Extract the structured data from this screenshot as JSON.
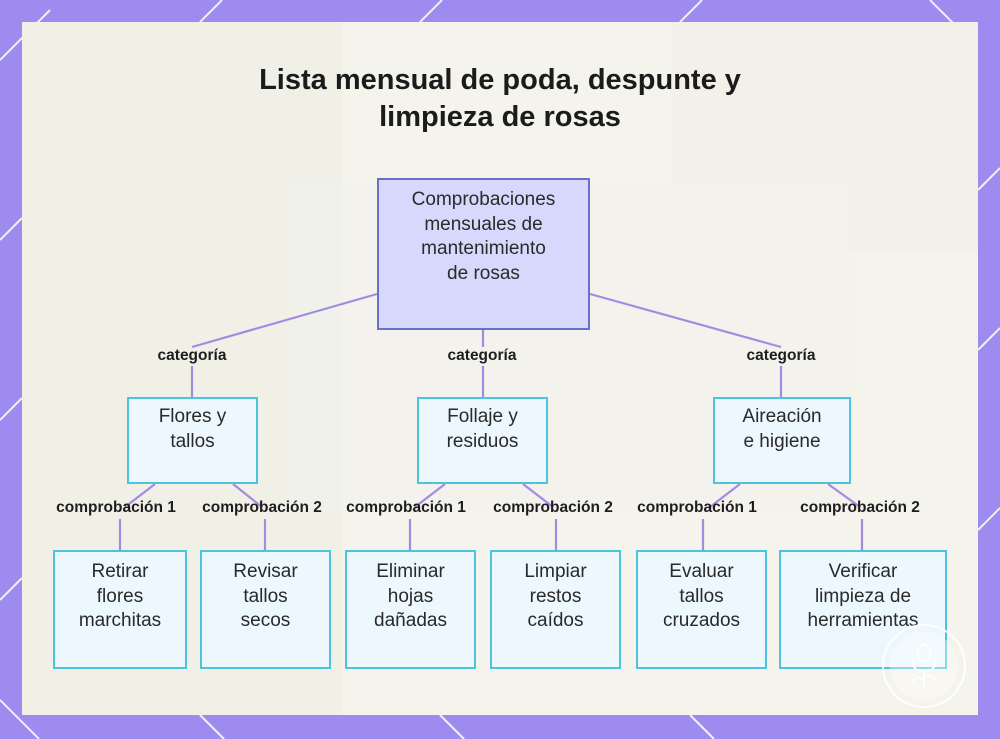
{
  "title_lines": [
    "Lista mensual de poda, despunte y",
    "limpieza de rosas"
  ],
  "root": {
    "label": "Comprobaciones\nmensuales de\nmantenimiento\nde rosas"
  },
  "edge_labels": {
    "category": "categoría",
    "check_1": "comprobación 1",
    "check_2": "comprobación 2"
  },
  "categories": [
    {
      "label": "Flores y\ntallos",
      "checks": [
        "Retirar\nflores\nmarchitas",
        "Revisar\ntallos\nsecos"
      ]
    },
    {
      "label": "Follaje y\nresiduos",
      "checks": [
        "Eliminar\nhojas\ndañadas",
        "Limpiar\nrestos\ncaídos"
      ]
    },
    {
      "label": "Aireación\ne higiene",
      "checks": [
        "Evaluar\ntallos\ncruzados",
        "Verificar\nlimpieza de\nherramientas"
      ]
    }
  ],
  "colors": {
    "frame": "#9d8bf0",
    "card": "#f7f6f0",
    "root_fill": "#d6d9fb",
    "root_border": "#6a6fc8",
    "node_fill": "#ecf8fd",
    "node_border": "#4ec3dd",
    "connector": "#a58be0"
  }
}
